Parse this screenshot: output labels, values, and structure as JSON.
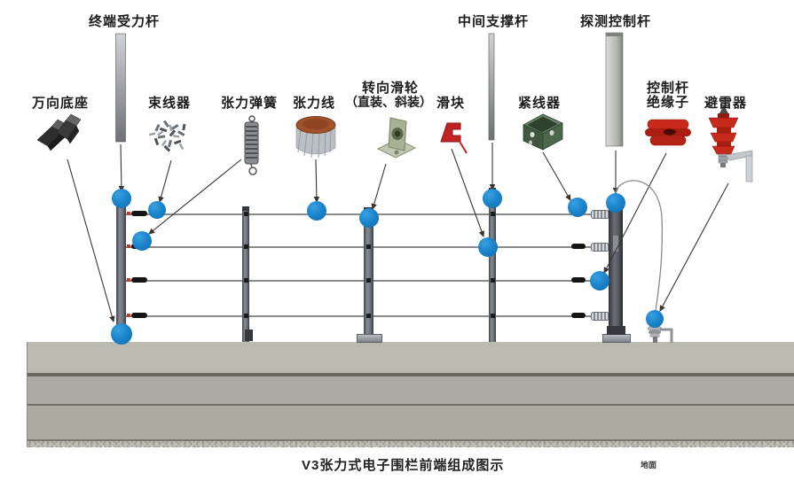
{
  "caption": "V3张力式电子围栏前端组成图示",
  "ground_label": "地面",
  "labels": {
    "terminal_pole": "终端受力杆",
    "universal_base": "万向底座",
    "wire_binder": "束线器",
    "tension_spring": "张力弹簧",
    "tension_wire": "张力线",
    "pulley_line1": "转向滑轮",
    "pulley_line2": "（直装、斜装）",
    "slider": "滑块",
    "middle_pole": "中间支撑杆",
    "wire_tensioner": "紧线器",
    "detect_pole": "探测控制杆",
    "insulator_line1": "控制杆",
    "insulator_line2": "绝缘子",
    "arrester": "避雷器"
  },
  "colors": {
    "callout_dot_blue": "#1c85cb",
    "red_part": "#c62a1a",
    "green_part": "#4c684c",
    "pole_gray": "#6d727b",
    "wall_stone": "#b5b4aa",
    "wire_gray": "#8a8a8a"
  }
}
